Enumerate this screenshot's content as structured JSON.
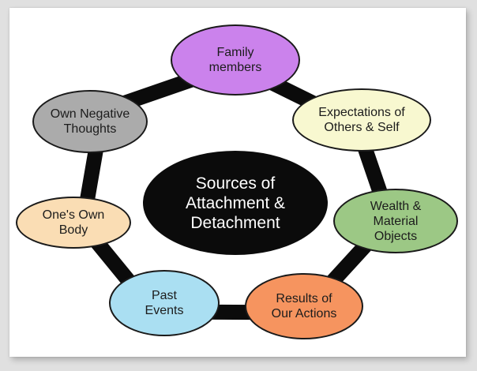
{
  "diagram": {
    "title": "Sources of Attachment & Detachment",
    "outline_color": "#1a1a1a",
    "ring": {
      "color": "#0b0b0b"
    },
    "center": {
      "label": "Sources of\nAttachment &\nDetachment",
      "fill": "#0b0b0b",
      "text_color": "#ffffff"
    },
    "nodes": [
      {
        "id": "family-members",
        "label": "Family\nmembers",
        "fill": "#cb82ec"
      },
      {
        "id": "expectations-of-others-and-self",
        "label": "Expectations of\nOthers & Self",
        "fill": "#f8f8d0"
      },
      {
        "id": "wealth-and-material-objects",
        "label": "Wealth &\nMaterial\nObjects",
        "fill": "#9cc885"
      },
      {
        "id": "results-of-our-actions",
        "label": "Results of\nOur Actions",
        "fill": "#f6945f"
      },
      {
        "id": "past-events",
        "label": "Past\nEvents",
        "fill": "#aadff2"
      },
      {
        "id": "ones-own-body",
        "label": "One's Own\nBody",
        "fill": "#faddb4"
      },
      {
        "id": "own-negative-thoughts",
        "label": "Own Negative\nThoughts",
        "fill": "#ababab"
      }
    ]
  }
}
